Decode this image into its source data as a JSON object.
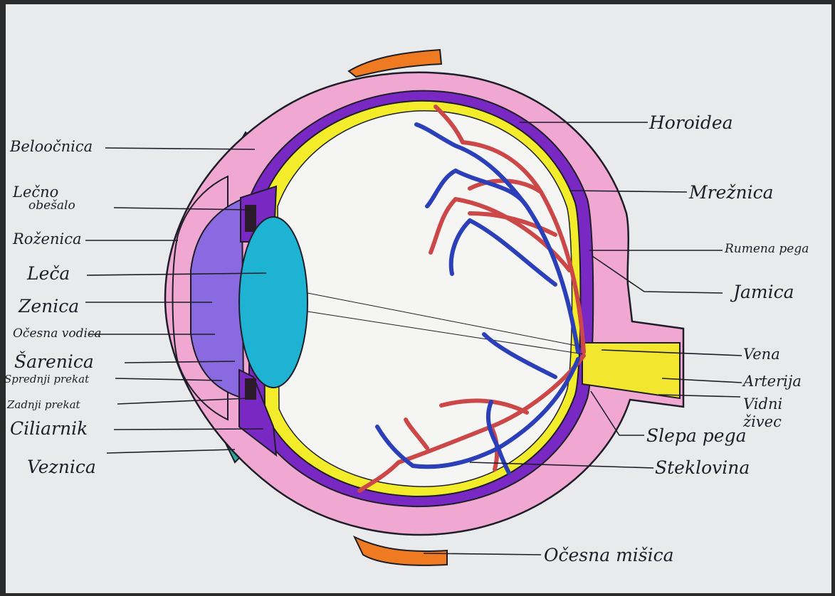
{
  "labels": {
    "beloocnica": "Beloočnica",
    "lecno": "Lečno",
    "obesalo": "obešalo",
    "rozenica": "Roženica",
    "leca": "Leča",
    "zenica": "Zenica",
    "ocesna_vodica": "Očesna vodica",
    "sarenica": "Šarenica",
    "sprednji_prekat": "Sprednji prekat",
    "zadnji_prekat": "Zadnji prekat",
    "ciliarnik": "Ciliarnik",
    "veznica": "Veznica",
    "horoidea": "Horoidea",
    "mreznica": "Mrežnica",
    "rumena_pega": "Rumena pega",
    "jamica": "Jamica",
    "vena": "Vena",
    "arterija": "Arterija",
    "vidni": "Vidni",
    "zivec": "živec",
    "slepa_pega": "Slepa pega",
    "steklovina": "Steklovina",
    "ocesna_misica": "Očesna mišica"
  },
  "colors": {
    "paper": "#e9eaeb",
    "sclera": "#f0a8d2",
    "choroid": "#7a28c4",
    "retina": "#f2ec2a",
    "lens": "#1fb3d3",
    "anterior_chamber": "#8a6ae0",
    "muscle": "#f07a22",
    "conjunctiva": "#2fa59a",
    "optic_nerve": "#f3e62e",
    "artery": "#cc4848",
    "vein": "#2b3fb8",
    "ink": "#1e1e28"
  }
}
